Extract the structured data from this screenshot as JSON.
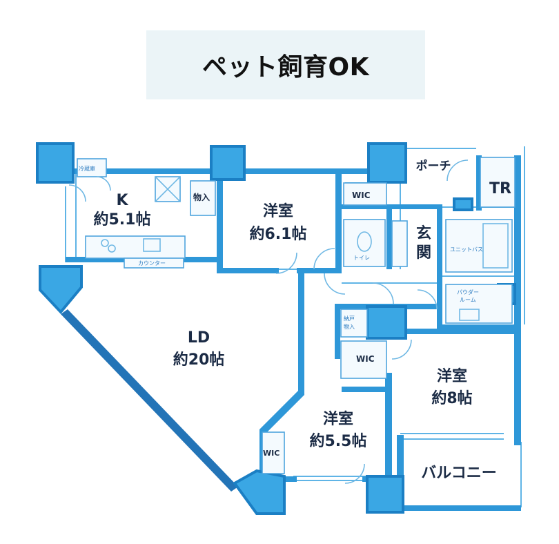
{
  "banner": {
    "text": "ペット飼育OK"
  },
  "rooms": {
    "kitchen": {
      "name": "K",
      "size": "約5.1帖"
    },
    "western1": {
      "name": "洋室",
      "size": "約6.1帖"
    },
    "ld": {
      "name": "LD",
      "size": "約20帖"
    },
    "western2": {
      "name": "洋室",
      "size": "約5.5帖"
    },
    "western3": {
      "name": "洋室",
      "size": "約8帖"
    },
    "porch": {
      "name": "ポーチ"
    },
    "tr": {
      "name": "TR"
    },
    "entrance": {
      "name_line1": "玄",
      "name_line2": "関"
    },
    "balcony": {
      "name": "バルコニー"
    }
  },
  "fixtures": {
    "storage": "物入",
    "wic_top": "WIC",
    "wic_mid": "WIC",
    "wic_bottom": "WIC",
    "toilet": "トイレ",
    "bath": "ユニットバス",
    "powder_line1": "パウダー",
    "powder_line2": "ルーム",
    "counter": "カウンター",
    "fridge": "冷蔵庫",
    "closet_line1": "納戸",
    "closet_line2": "物入"
  },
  "colors": {
    "wall": "#2e97d8",
    "banner_bg": "#ebf4f7"
  }
}
